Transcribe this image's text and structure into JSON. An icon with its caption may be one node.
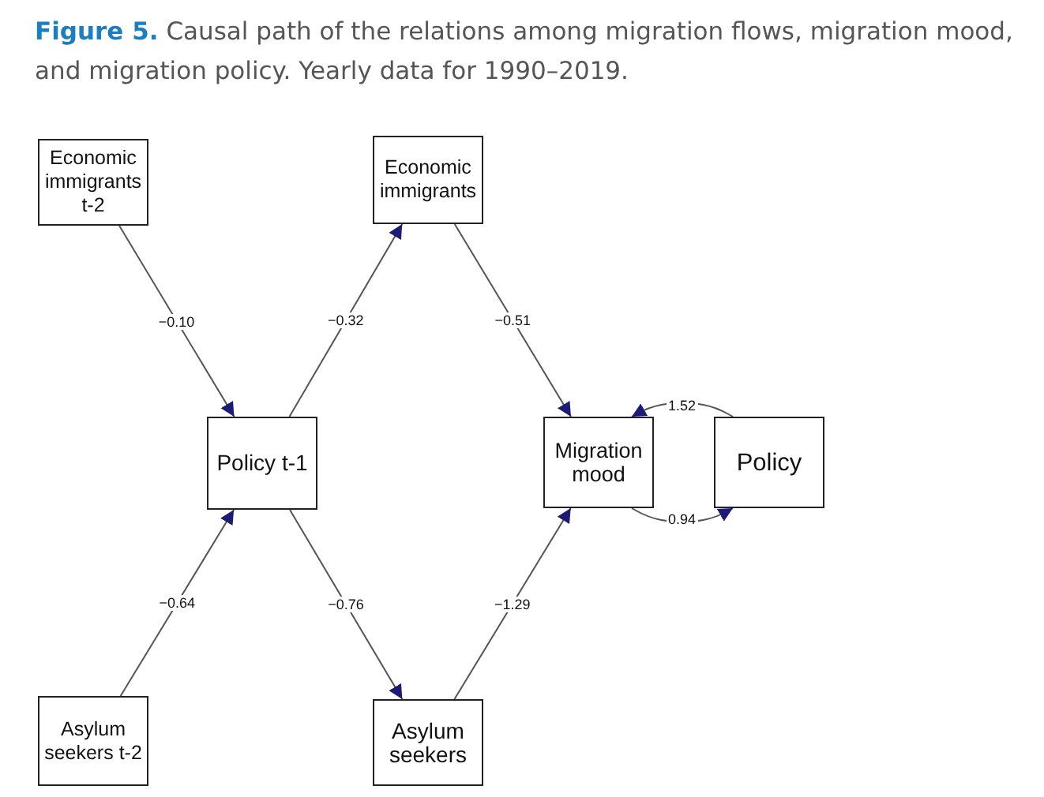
{
  "diagram": {
    "title": "**Figure 5.** Causal path of the relations among migration flows, migration mood, and migration policy. Yearly data for 1990–2019.",
    "nodes": [
      {
        "text": [
          "Economic immigrants t-2"
        ]
      },
      {
        "text": [
          "Economic immigrants"
        ]
      },
      {
        "text": [
          "Policy t-1"
        ]
      },
      {
        "text": [
          "Migration mood"
        ]
      },
      {
        "text": [
          "Policy"
        ]
      },
      {
        "text": [
          "Asylum seekers t-2"
        ]
      },
      {
        "text": [
          "Asylum seekers"
        ]
      }
    ],
    "edges": [
      {
        "from": 0,
        "to": 2,
        "arrow": "to",
        "label": "−0.10"
      },
      {
        "from": 2,
        "to": 1,
        "arrow": "to",
        "label": "−0.32"
      },
      {
        "from": 1,
        "to": 3,
        "arrow": "to",
        "label": "−0.51"
      },
      {
        "from": 4,
        "to": 3,
        "arrow": "to",
        "label": "1.52"
      },
      {
        "from": 3,
        "to": 4,
        "arrow": "to",
        "label": "0.94"
      },
      {
        "from": 5,
        "to": 2,
        "arrow": "to",
        "label": "−0.64"
      },
      {
        "from": 2,
        "to": 6,
        "arrow": "to",
        "label": "−0.76"
      },
      {
        "from": 6,
        "to": 3,
        "arrow": "to",
        "label": "−1.29"
      }
    ]
  }
}
